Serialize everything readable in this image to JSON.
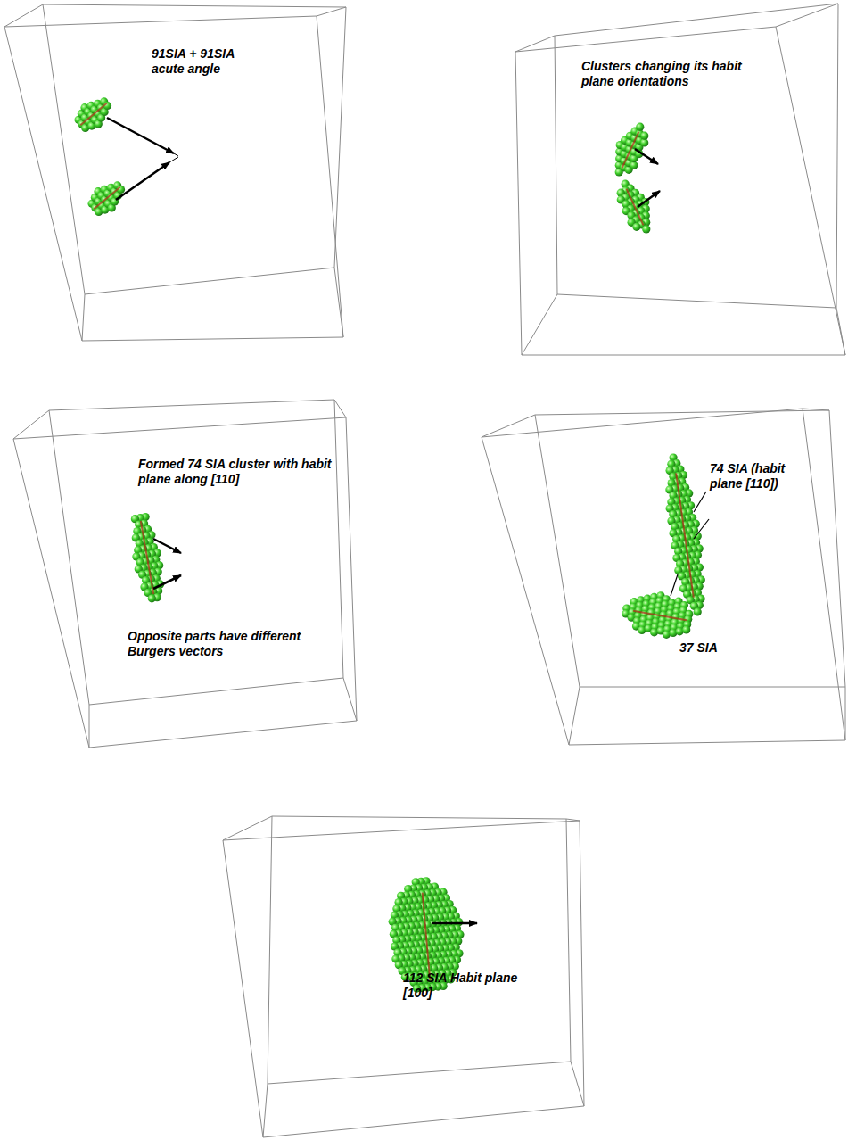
{
  "diagram": {
    "labels": [
      "91SIA + 91SIA acute angle",
      "Clusters changing its habit plane orientations",
      "Formed 74 SIA cluster with habit plane along [110]",
      "Opposite parts have different Burgers vectors",
      "74 SIA (habit plane [110])",
      "37 SIA",
      "112 SIA Habit plane [100]"
    ]
  }
}
